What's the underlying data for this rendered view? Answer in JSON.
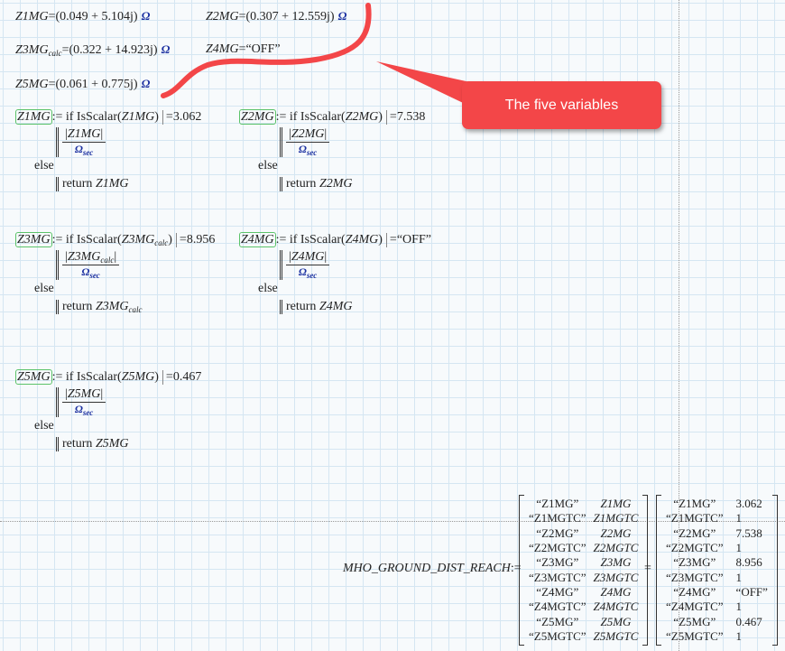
{
  "variables": [
    {
      "name": "Z1MG",
      "sub": "",
      "value": "(0.049 + 5.104j)",
      "unit": "Ω"
    },
    {
      "name": "Z2MG",
      "sub": "",
      "value": "(0.307 + 12.559j)",
      "unit": "Ω"
    },
    {
      "name": "Z3MG",
      "sub": "calc",
      "value": "(0.322 + 14.923j)",
      "unit": "Ω"
    },
    {
      "name": "Z4MG",
      "sub": "",
      "value": "“OFF”",
      "unit": ""
    },
    {
      "name": "Z5MG",
      "sub": "",
      "value": "(0.061 + 0.775j)",
      "unit": "Ω"
    }
  ],
  "programs": [
    {
      "name": "Z1MG",
      "arg": "Z1MG",
      "arg_sub": "",
      "result": "3.062",
      "den": "Ω",
      "den_sub": "sec"
    },
    {
      "name": "Z2MG",
      "arg": "Z2MG",
      "arg_sub": "",
      "result": "7.538",
      "den": "Ω",
      "den_sub": "sec"
    },
    {
      "name": "Z3MG",
      "arg": "Z3MG",
      "arg_sub": "calc",
      "result": "8.956",
      "den": "Ω",
      "den_sub": "sec"
    },
    {
      "name": "Z4MG",
      "arg": "Z4MG",
      "arg_sub": "",
      "result": "“OFF”",
      "den": "Ω",
      "den_sub": "sec"
    },
    {
      "name": "Z5MG",
      "arg": "Z5MG",
      "arg_sub": "",
      "result": "0.467",
      "den": "Ω",
      "den_sub": "sec"
    }
  ],
  "keywords": {
    "define": ":=",
    "eq": "=",
    "if": "if",
    "isscalar": "IsScalar",
    "else": "else",
    "return": "return"
  },
  "matrix": {
    "name": "MHO_GROUND_DIST_REACH",
    "left": [
      [
        "“Z1MG”",
        "Z1MG"
      ],
      [
        "“Z1MGTC”",
        "Z1MGTC"
      ],
      [
        "“Z2MG”",
        "Z2MG"
      ],
      [
        "“Z2MGTC”",
        "Z2MGTC"
      ],
      [
        "“Z3MG”",
        "Z3MG"
      ],
      [
        "“Z3MGTC”",
        "Z3MGTC"
      ],
      [
        "“Z4MG”",
        "Z4MG"
      ],
      [
        "“Z4MGTC”",
        "Z4MGTC"
      ],
      [
        "“Z5MG”",
        "Z5MG"
      ],
      [
        "“Z5MGTC”",
        "Z5MGTC"
      ]
    ],
    "right": [
      [
        "“Z1MG”",
        "3.062"
      ],
      [
        "“Z1MGTC”",
        "1"
      ],
      [
        "“Z2MG”",
        "7.538"
      ],
      [
        "“Z2MGTC”",
        "1"
      ],
      [
        "“Z3MG”",
        "8.956"
      ],
      [
        "“Z3MGTC”",
        "1"
      ],
      [
        "“Z4MG”",
        "“OFF”"
      ],
      [
        "“Z4MGTC”",
        "1"
      ],
      [
        "“Z5MG”",
        "0.467"
      ],
      [
        "“Z5MGTC”",
        "1"
      ]
    ]
  },
  "callout": {
    "text": "The five variables",
    "color": "#f34648"
  }
}
